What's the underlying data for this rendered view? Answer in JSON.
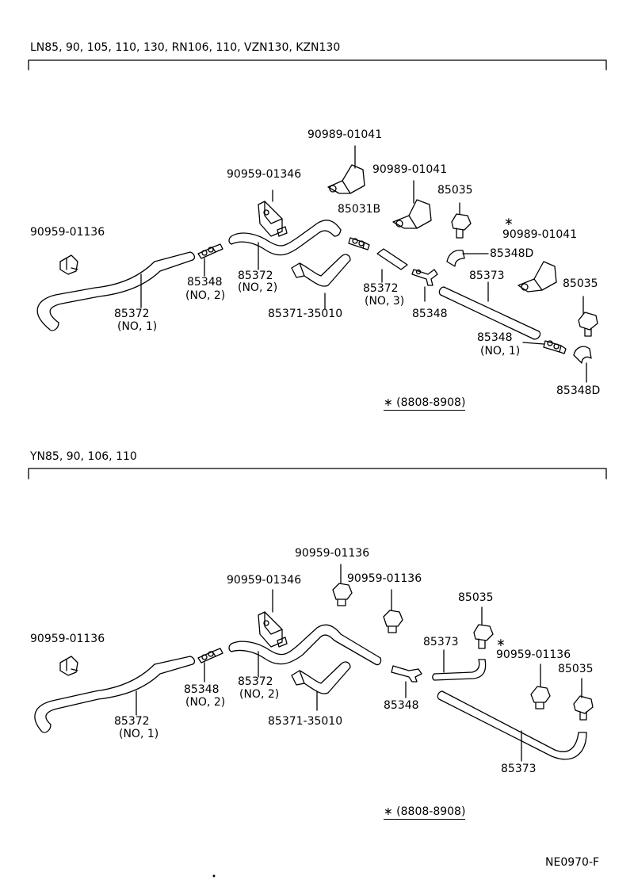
{
  "section1": {
    "header": "LN85, 90, 105, 110, 130, RN106, 110, VZN130, KZN130",
    "footnote": "∗  (8808-8908)",
    "labels": {
      "p90989_top": "90989-01041",
      "p90959_01346": "90959-01346",
      "p90989_mid": "90989-01041",
      "p85035_a": "85035",
      "p85031b": "85031B",
      "p90959_01136": "90959-01136",
      "star": "∗",
      "p90989_right": "90989-01041",
      "p85348d_a": "85348D",
      "p85348_no2": "85348",
      "p85348_no2_sub": "(NO, 2)",
      "p85372_no2": "85372",
      "p85372_no2_sub": "(NO, 2)",
      "p85372_no3": "85372",
      "p85372_no3_sub": "(NO, 3)",
      "p85373": "85373",
      "p85035_b": "85035",
      "p85372_no1": "85372",
      "p85372_no1_sub": "(NO, 1)",
      "p85371": "85371-35010",
      "p85348_b": "85348",
      "p85348_no1": "85348",
      "p85348_no1_sub": "(NO, 1)",
      "p85348d_b": "85348D"
    }
  },
  "section2": {
    "header": "YN85, 90, 106, 110",
    "footnote": "∗  (8808-8908)",
    "labels": {
      "p90959_01136_top": "90959-01136",
      "p90959_01346": "90959-01346",
      "p90959_01136_mid": "90959-01136",
      "p85035_a": "85035",
      "p90959_01136_left": "90959-01136",
      "p85373_a": "85373",
      "star": "∗",
      "p90959_01136_right": "90959-01136",
      "p85035_b": "85035",
      "p85348_no2": "85348",
      "p85348_no2_sub": "(NO, 2)",
      "p85372_no2": "85372",
      "p85372_no2_sub": "(NO, 2)",
      "p85348": "85348",
      "p85372_no1": "85372",
      "p85372_no1_sub": "(NO, 1)",
      "p85371": "85371-35010",
      "p85373_b": "85373"
    }
  },
  "footer_code": "NE0970-F"
}
